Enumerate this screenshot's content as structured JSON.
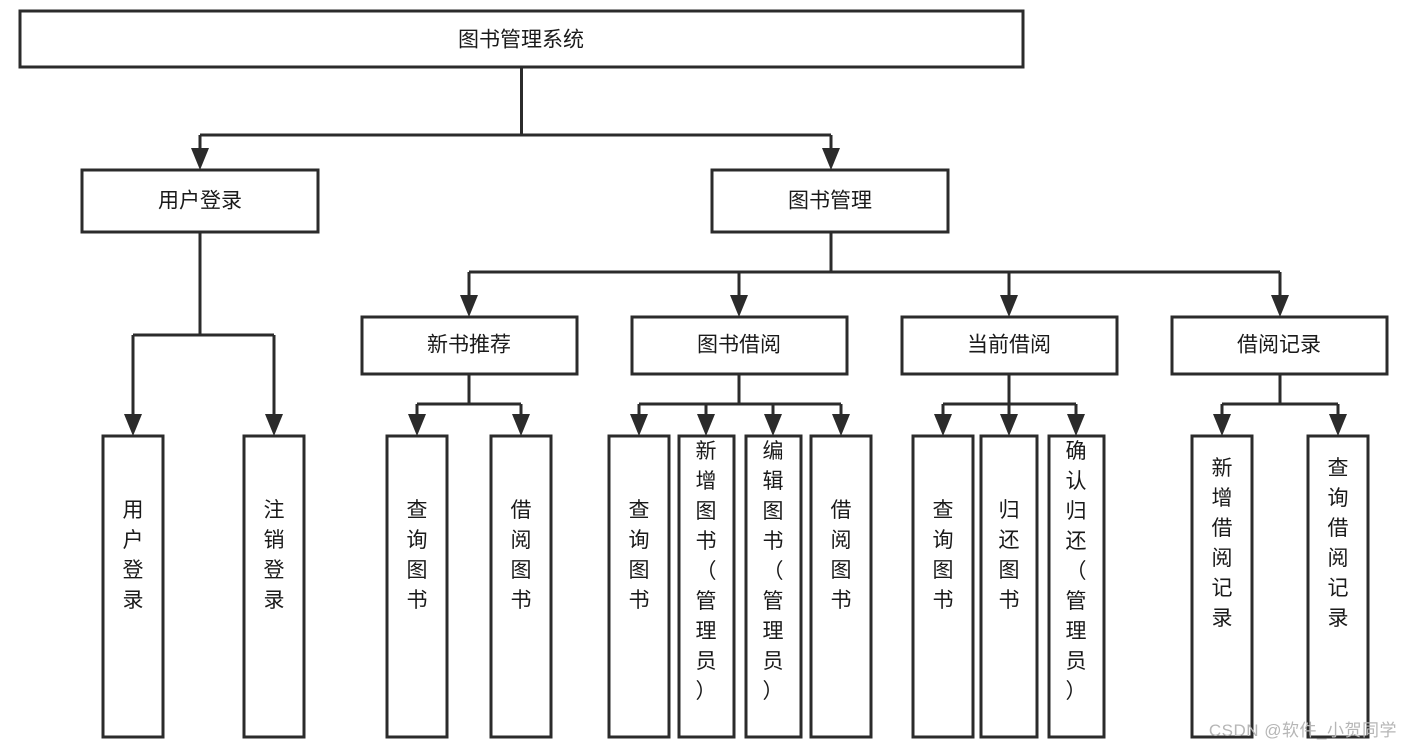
{
  "diagram": {
    "title": "图书管理系统",
    "type": "hierarchy-tree",
    "watermark": "CSDN @软件_小贺同学",
    "colors": {
      "box_fill": "#ffffff",
      "box_stroke": "#2b2b2b",
      "text": "#1a1a1a",
      "watermark": "#b6b6b6",
      "background": "#ffffff"
    },
    "nodes": {
      "root": {
        "label": "图书管理系统",
        "level": 0,
        "orientation": "horizontal"
      },
      "l1_0": {
        "label": "用户登录",
        "level": 1,
        "orientation": "horizontal"
      },
      "l1_1": {
        "label": "图书管理",
        "level": 1,
        "orientation": "horizontal"
      },
      "l2_0": {
        "label": "新书推荐",
        "level": 2,
        "orientation": "horizontal"
      },
      "l2_1": {
        "label": "图书借阅",
        "level": 2,
        "orientation": "horizontal"
      },
      "l2_2": {
        "label": "当前借阅",
        "level": 2,
        "orientation": "horizontal"
      },
      "l2_3": {
        "label": "借阅记录",
        "level": 2,
        "orientation": "horizontal"
      },
      "leaf_0": {
        "label": "用户登录",
        "level": 3,
        "orientation": "vertical"
      },
      "leaf_1": {
        "label": "注销登录",
        "level": 3,
        "orientation": "vertical"
      },
      "leaf_2": {
        "label": "查询图书",
        "level": 3,
        "orientation": "vertical"
      },
      "leaf_3": {
        "label": "借阅图书",
        "level": 3,
        "orientation": "vertical"
      },
      "leaf_4": {
        "label": "查询图书",
        "level": 3,
        "orientation": "vertical"
      },
      "leaf_5": {
        "label": "新增图书（管理员）",
        "level": 3,
        "orientation": "vertical"
      },
      "leaf_6": {
        "label": "编辑图书（管理员）",
        "level": 3,
        "orientation": "vertical"
      },
      "leaf_7": {
        "label": "借阅图书",
        "level": 3,
        "orientation": "vertical"
      },
      "leaf_8": {
        "label": "查询图书",
        "level": 3,
        "orientation": "vertical"
      },
      "leaf_9": {
        "label": "归还图书",
        "level": 3,
        "orientation": "vertical"
      },
      "leaf_10": {
        "label": "确认归还（管理员）",
        "level": 3,
        "orientation": "vertical"
      },
      "leaf_11": {
        "label": "新增借阅记录",
        "level": 3,
        "orientation": "vertical"
      },
      "leaf_12": {
        "label": "查询借阅记录",
        "level": 3,
        "orientation": "vertical"
      }
    },
    "edges": [
      {
        "from": "root",
        "to": "l1_0"
      },
      {
        "from": "root",
        "to": "l1_1"
      },
      {
        "from": "l1_1",
        "to": "l2_0"
      },
      {
        "from": "l1_1",
        "to": "l2_1"
      },
      {
        "from": "l1_1",
        "to": "l2_2"
      },
      {
        "from": "l1_1",
        "to": "l2_3"
      },
      {
        "from": "l1_0",
        "to": "leaf_0"
      },
      {
        "from": "l1_0",
        "to": "leaf_1"
      },
      {
        "from": "l2_0",
        "to": "leaf_2"
      },
      {
        "from": "l2_0",
        "to": "leaf_3"
      },
      {
        "from": "l2_1",
        "to": "leaf_4"
      },
      {
        "from": "l2_1",
        "to": "leaf_5"
      },
      {
        "from": "l2_1",
        "to": "leaf_6"
      },
      {
        "from": "l2_1",
        "to": "leaf_7"
      },
      {
        "from": "l2_2",
        "to": "leaf_8"
      },
      {
        "from": "l2_2",
        "to": "leaf_9"
      },
      {
        "from": "l2_2",
        "to": "leaf_10"
      },
      {
        "from": "l2_3",
        "to": "leaf_11"
      },
      {
        "from": "l2_3",
        "to": "leaf_12"
      }
    ]
  }
}
